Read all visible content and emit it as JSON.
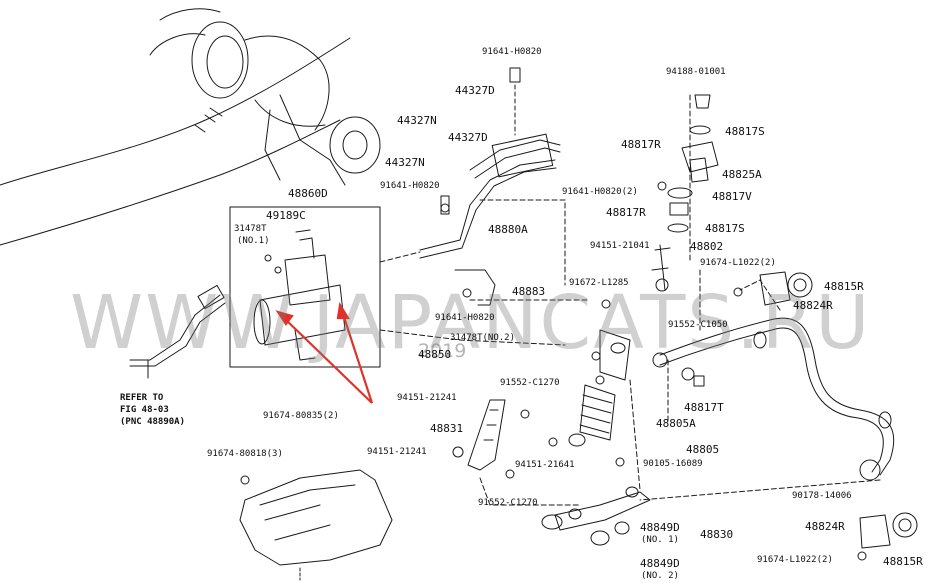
{
  "watermark": {
    "text": "WWW.JAPANCATS.RU",
    "year": "2019"
  },
  "note": {
    "refer": "REFER TO",
    "fig": "FIG 48-03",
    "pnc": "(PNC 48890A)"
  },
  "labels": {
    "p91641_h0820_top": "91641-H0820",
    "p44327d_1": "44327D",
    "p44327n_1": "44327N",
    "p44327d_2": "44327D",
    "p44327n_2": "44327N",
    "p91641_h0820_mid": "91641-H0820",
    "p48860d": "48860D",
    "p49189c": "49189C",
    "p31478t": "31478T",
    "no1_a": "(NO.1)",
    "p48880a": "48880A",
    "p48883": "48883",
    "p91641_h0820_low": "91641-H0820",
    "p31478t_no2": "31478T(NO.2)",
    "p48850": "48850",
    "p91674_80835": "91674-80835(2)",
    "p94151_21241": "94151-21241",
    "p91552_c1270_a": "91552-C1270",
    "p48831": "48831",
    "p94151_21241_b": "94151-21241",
    "p94151_21641": "94151-21641",
    "p91552_c1270_b": "91552-C1270",
    "p91674_80818": "91674-80818(3)",
    "p91672_l1285": "91672-L1285",
    "p94151_21041": "94151-21041",
    "p48802": "48802",
    "p91552_c1050": "91552-C1050",
    "p94188_01001": "94188-01001",
    "p48817s_1": "48817S",
    "p48817r_1": "48817R",
    "p48825a": "48825A",
    "p91641_h0820_r": "91641-H0820(2)",
    "p48817v": "48817V",
    "p48817r_2": "48817R",
    "p48817s_2": "48817S",
    "p91674_l1022_1": "91674-L1022(2)",
    "p48815r_1": "48815R",
    "p48824r_1": "48824R",
    "p48817t": "48817T",
    "p48805a": "48805A",
    "p48805": "48805",
    "p90105_16089": "90105-16089",
    "p90178_14006": "90178-14006",
    "p48849d_1": "48849D",
    "no1_b": "(NO. 1)",
    "p48830": "48830",
    "p48849d_2": "48849D",
    "no2_b": "(NO. 2)",
    "p48824r_2": "48824R",
    "p91674_l1022_2": "91674-L1022(2)",
    "p48815r_2": "48815R"
  },
  "colors": {
    "line": "#1a1a1a",
    "arrow": "#e0322a",
    "watermark": "#9a9a9a"
  }
}
